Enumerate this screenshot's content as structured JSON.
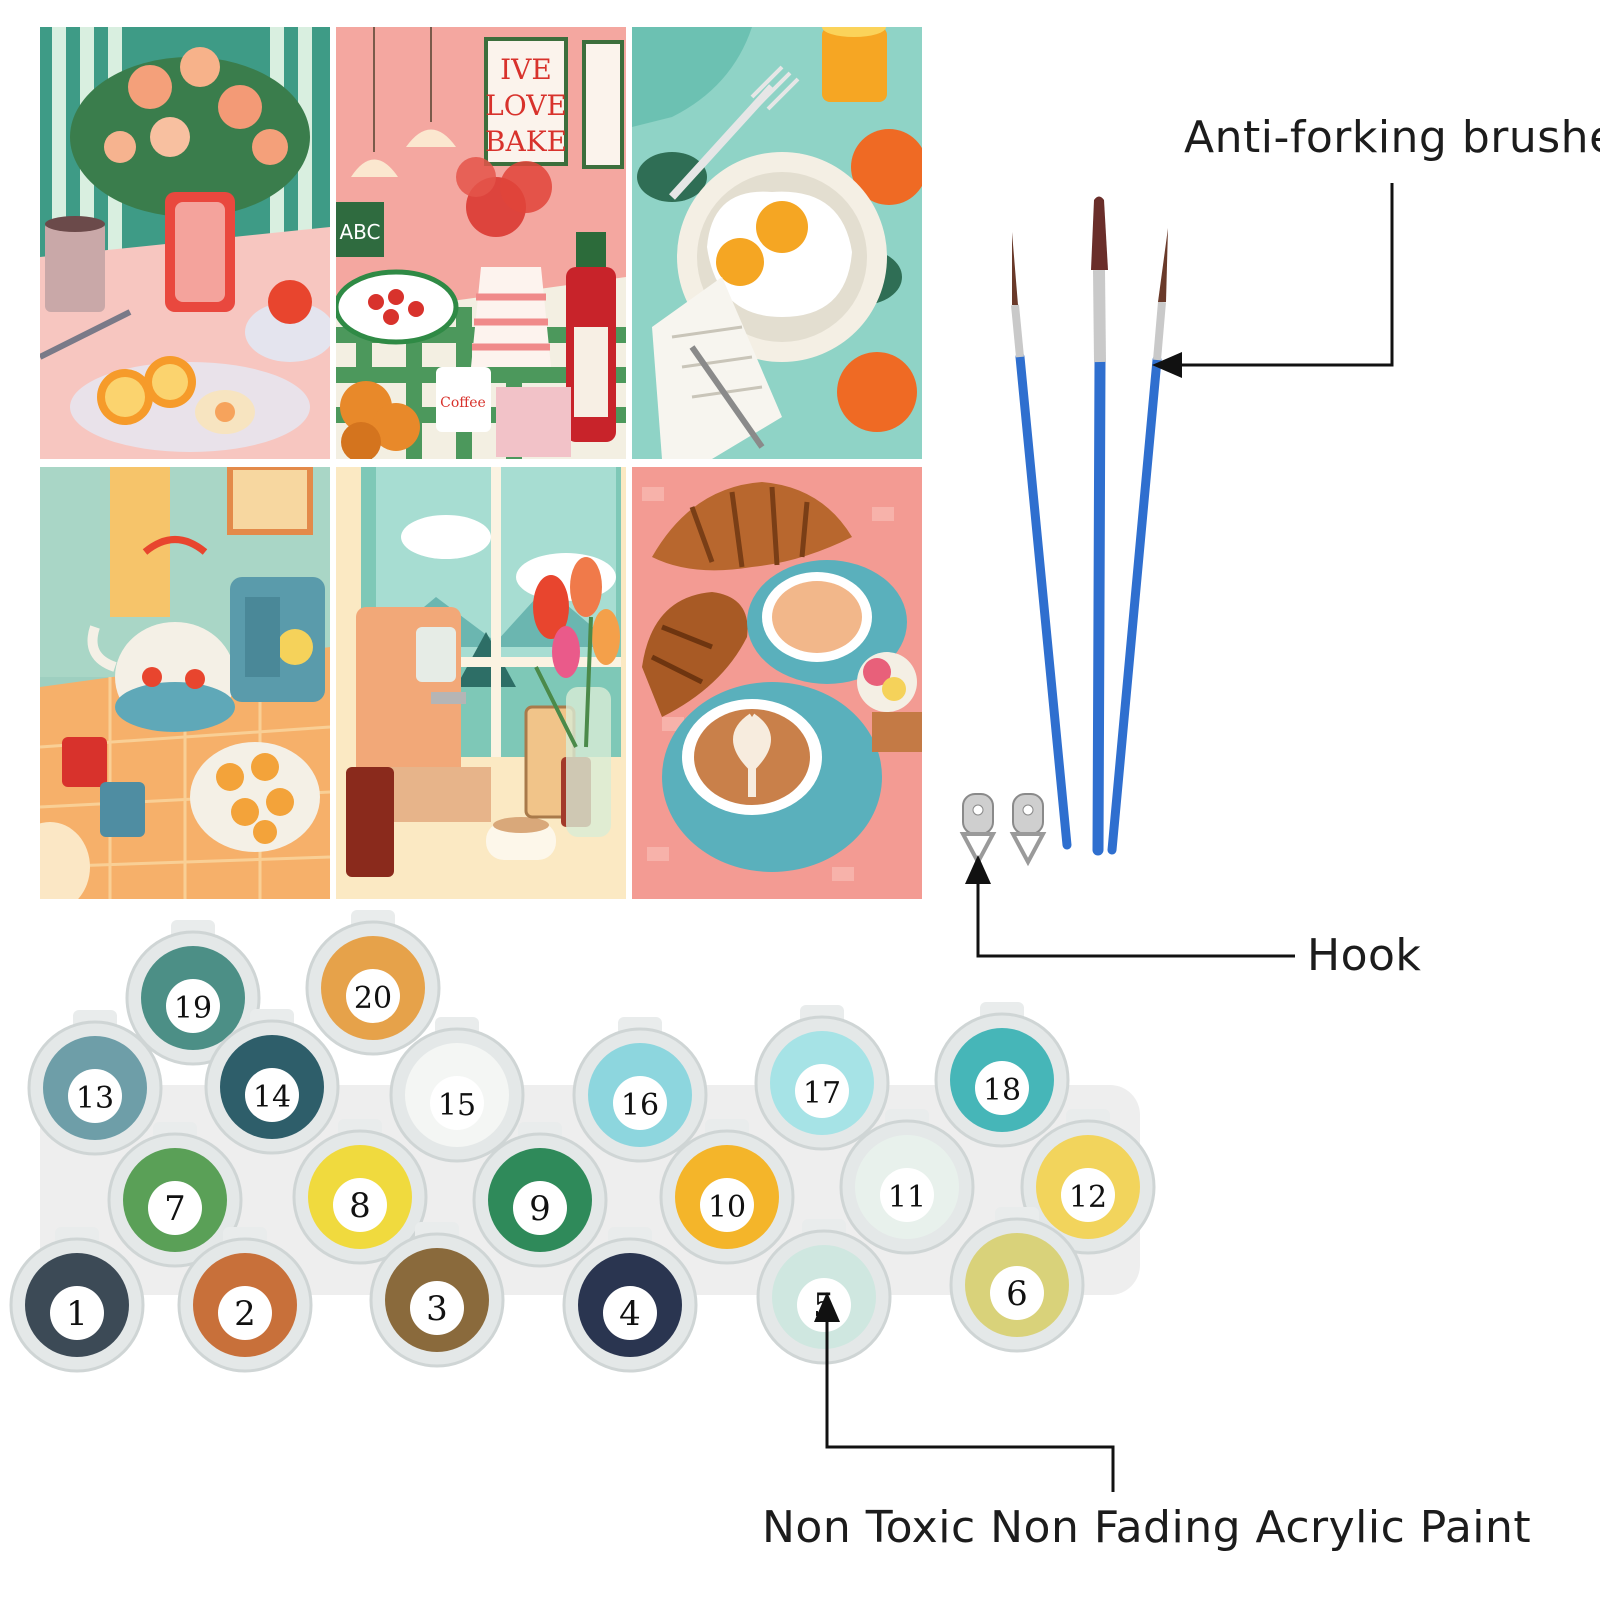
{
  "panel_texts": {
    "sign": [
      "IVE",
      "LOVE",
      "BAKE"
    ],
    "board": "ABC",
    "mug": "Coffee"
  },
  "callouts": {
    "brushes": "Anti-forking brushes",
    "hook": "Hook",
    "paint": "Non Toxic Non Fading Acrylic Paint"
  },
  "paint_pots": [
    {
      "number": "1",
      "color": "#3c4a56"
    },
    {
      "number": "2",
      "color": "#c8703a"
    },
    {
      "number": "3",
      "color": "#8a6a3c"
    },
    {
      "number": "4",
      "color": "#2a3550"
    },
    {
      "number": "5",
      "color": "#cfe7e0"
    },
    {
      "number": "6",
      "color": "#d9d27a"
    },
    {
      "number": "7",
      "color": "#5aa057"
    },
    {
      "number": "8",
      "color": "#f0da3e"
    },
    {
      "number": "9",
      "color": "#2f8a5a"
    },
    {
      "number": "10",
      "color": "#f4b52a"
    },
    {
      "number": "11",
      "color": "#e8f1ec"
    },
    {
      "number": "12",
      "color": "#f2d45c"
    },
    {
      "number": "13",
      "color": "#6e9ea8"
    },
    {
      "number": "14",
      "color": "#2e5e6a"
    },
    {
      "number": "15",
      "color": "#f4f6f4"
    },
    {
      "number": "16",
      "color": "#8dd6de"
    },
    {
      "number": "17",
      "color": "#a6e3e6"
    },
    {
      "number": "18",
      "color": "#46b6b8"
    },
    {
      "number": "19",
      "color": "#4c8f86"
    },
    {
      "number": "20",
      "color": "#e6a24a"
    }
  ]
}
